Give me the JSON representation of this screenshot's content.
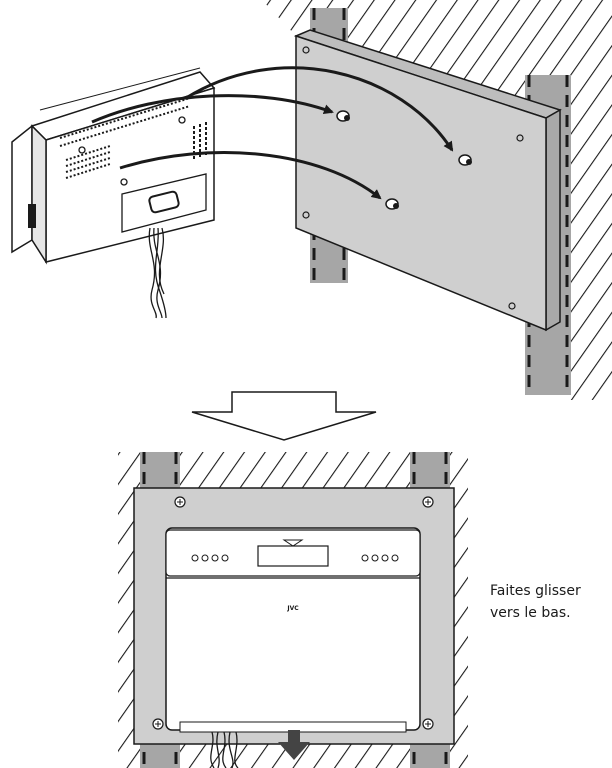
{
  "diagram": {
    "panel_brand": "JVC",
    "instruction": {
      "line1": "Faites glisser",
      "line2": "vers le bas."
    }
  },
  "colors": {
    "ink": "#1a1a1a",
    "panel_gray": "#cfcfcf",
    "panel_edge": "#bdbdbd",
    "stud_gray": "#a6a6a6",
    "unit_fill": "#ffffff",
    "arrow": "#444444"
  }
}
